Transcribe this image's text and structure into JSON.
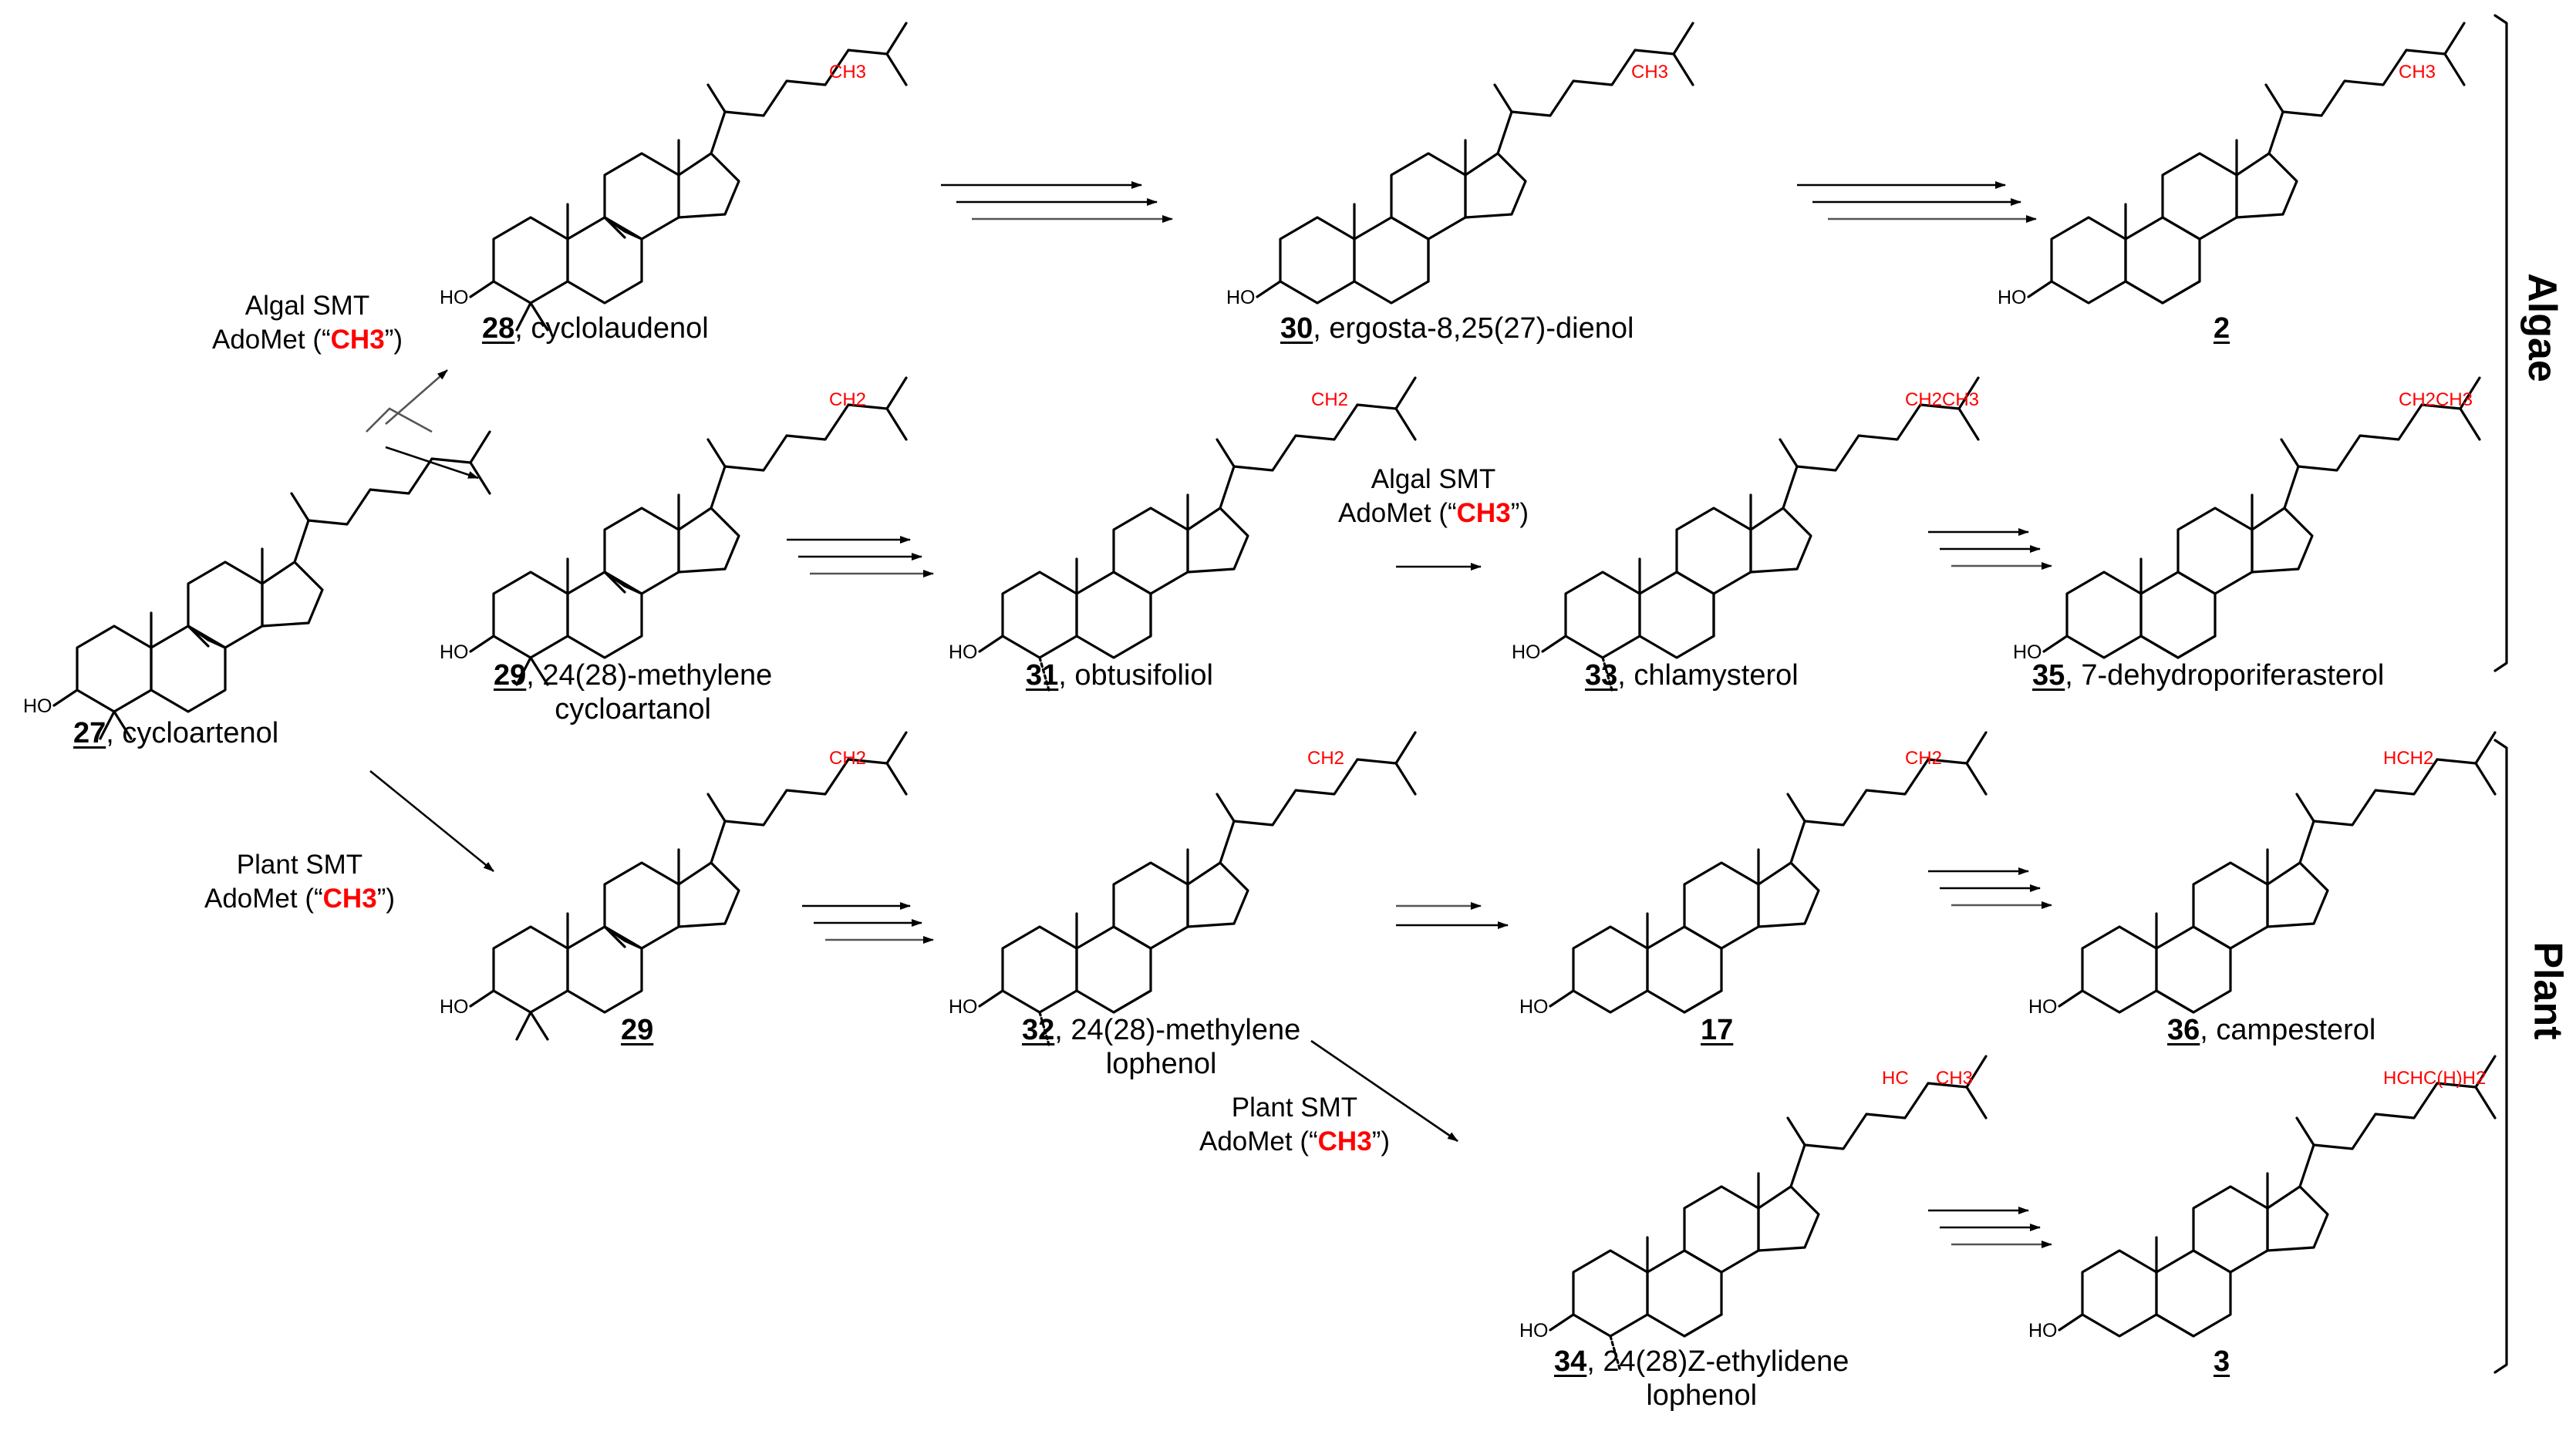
{
  "compounds": [
    {
      "id": "c27",
      "num": "27",
      "name": ", cycloartenol"
    },
    {
      "id": "c28",
      "num": "28",
      "name": ", cyclolaudenol"
    },
    {
      "id": "c29a",
      "num": "29",
      "name": ", 24(28)-methylene",
      "name2": "cycloartanol"
    },
    {
      "id": "c29b",
      "num": "29",
      "name": ""
    },
    {
      "id": "c30",
      "num": "30",
      "name": ", ergosta-8,25(27)-dienol"
    },
    {
      "id": "c31",
      "num": "31",
      "name": ", obtusifoliol"
    },
    {
      "id": "c32",
      "num": "32",
      "name": ", 24(28)-methylene",
      "name2": "lophenol"
    },
    {
      "id": "c2",
      "num": "2",
      "name": ""
    },
    {
      "id": "c33",
      "num": "33",
      "name": ", chlamysterol"
    },
    {
      "id": "c17",
      "num": "17",
      "name": ""
    },
    {
      "id": "c34",
      "num": "34",
      "name": ", 24(28)Z-ethylidene",
      "name2": "lophenol"
    },
    {
      "id": "c35",
      "num": "35",
      "name": ", 7-dehydroporiferasterol"
    },
    {
      "id": "c36",
      "num": "36",
      "name": ", campesterol"
    },
    {
      "id": "c3",
      "num": "3",
      "name": ""
    }
  ],
  "conditions": [
    {
      "id": "algal1",
      "line1": "Algal SMT",
      "line2a": "AdoMet (“",
      "red": "CH3",
      "line2b": "”)"
    },
    {
      "id": "algal2",
      "line1": "Algal SMT",
      "line2a": "AdoMet (“",
      "red": "CH3",
      "line2b": "”)"
    },
    {
      "id": "plant1",
      "line1": "Plant SMT",
      "line2a": "AdoMet (“",
      "red": "CH3",
      "line2b": "”)"
    },
    {
      "id": "plant2",
      "line1": "Plant SMT",
      "line2a": "AdoMet (“",
      "red": "CH3",
      "line2b": "”)"
    }
  ],
  "side_groups": {
    "ch3": "CH3",
    "ch2": "CH2",
    "ch2ch3": "CH2CH3",
    "hch2": "HCH2",
    "hc_ch3_a": "HC",
    "hc_ch3_b": "CH3",
    "hchc": "HCHC(H)H2"
  },
  "atom_label": "HO",
  "sections": {
    "algae": "Algae",
    "plant": "Plant"
  },
  "colors": {
    "highlight": "#ff0000",
    "text": "#000000"
  }
}
